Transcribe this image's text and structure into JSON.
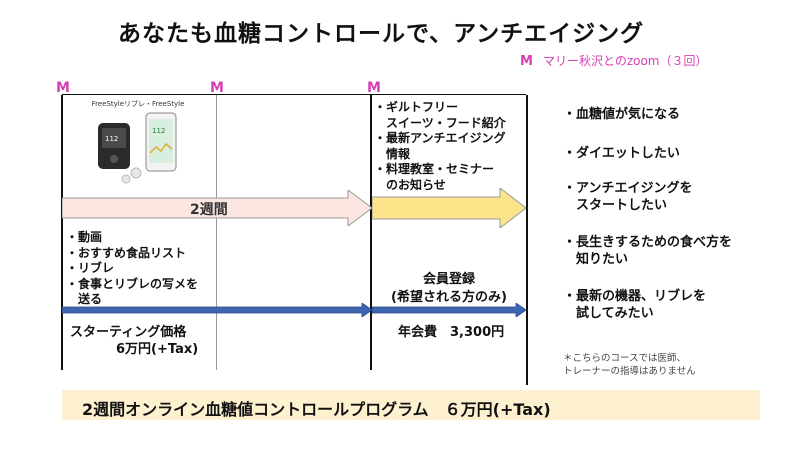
{
  "title": "あなたも血糖コントロールで、アンチエイジング",
  "zoom_note": {
    "mark": "M",
    "text": "マリー秋沢とのzoom（３回）"
  },
  "markers": {
    "m1": "M",
    "m2": "M",
    "m3": "M"
  },
  "device": {
    "label": "FreeStyleリブレ・FreeStyle"
  },
  "arrow_label": "2週間",
  "left_list": [
    "・動画",
    "・おすすめ食品リスト",
    "・リブレ",
    "・食事とリブレの写メを",
    "　送る"
  ],
  "starting_price": {
    "line1": "スターティング価格",
    "line2": "6万円(+Tax)"
  },
  "membership_list": [
    "・ギルトフリー",
    "　スイーツ・フード紹介",
    "・最新アンチエイジング",
    "　情報",
    "・料理教室・セミナー",
    "　のお知らせ"
  ],
  "membership": {
    "line1": "会員登録",
    "line2": "(希望される方のみ)",
    "fee": "年会費　3,300円"
  },
  "wishes": [
    [
      "・血糖値が気になる"
    ],
    [
      "・ダイエットしたい"
    ],
    [
      "・アンチエイジングを",
      "　スタートしたい"
    ],
    [
      "・長生きするための食べ方を",
      "　知りたい"
    ],
    [
      "・最新の機器、リブレを",
      "　試してみたい"
    ]
  ],
  "disclaimer": [
    "＊こちらのコースでは医師、",
    "トレーナーの指導はありません"
  ],
  "bottom_banner": "2週間オンライン血糖値コントロールプログラム　６万円(+Tax)",
  "colors": {
    "accent": "#d63fb5",
    "arrow_pink": "#fbe6e2",
    "arrow_blue": "#3d66b2",
    "arrow_yellow": "#fde48a",
    "band": "#fdf1cf"
  }
}
